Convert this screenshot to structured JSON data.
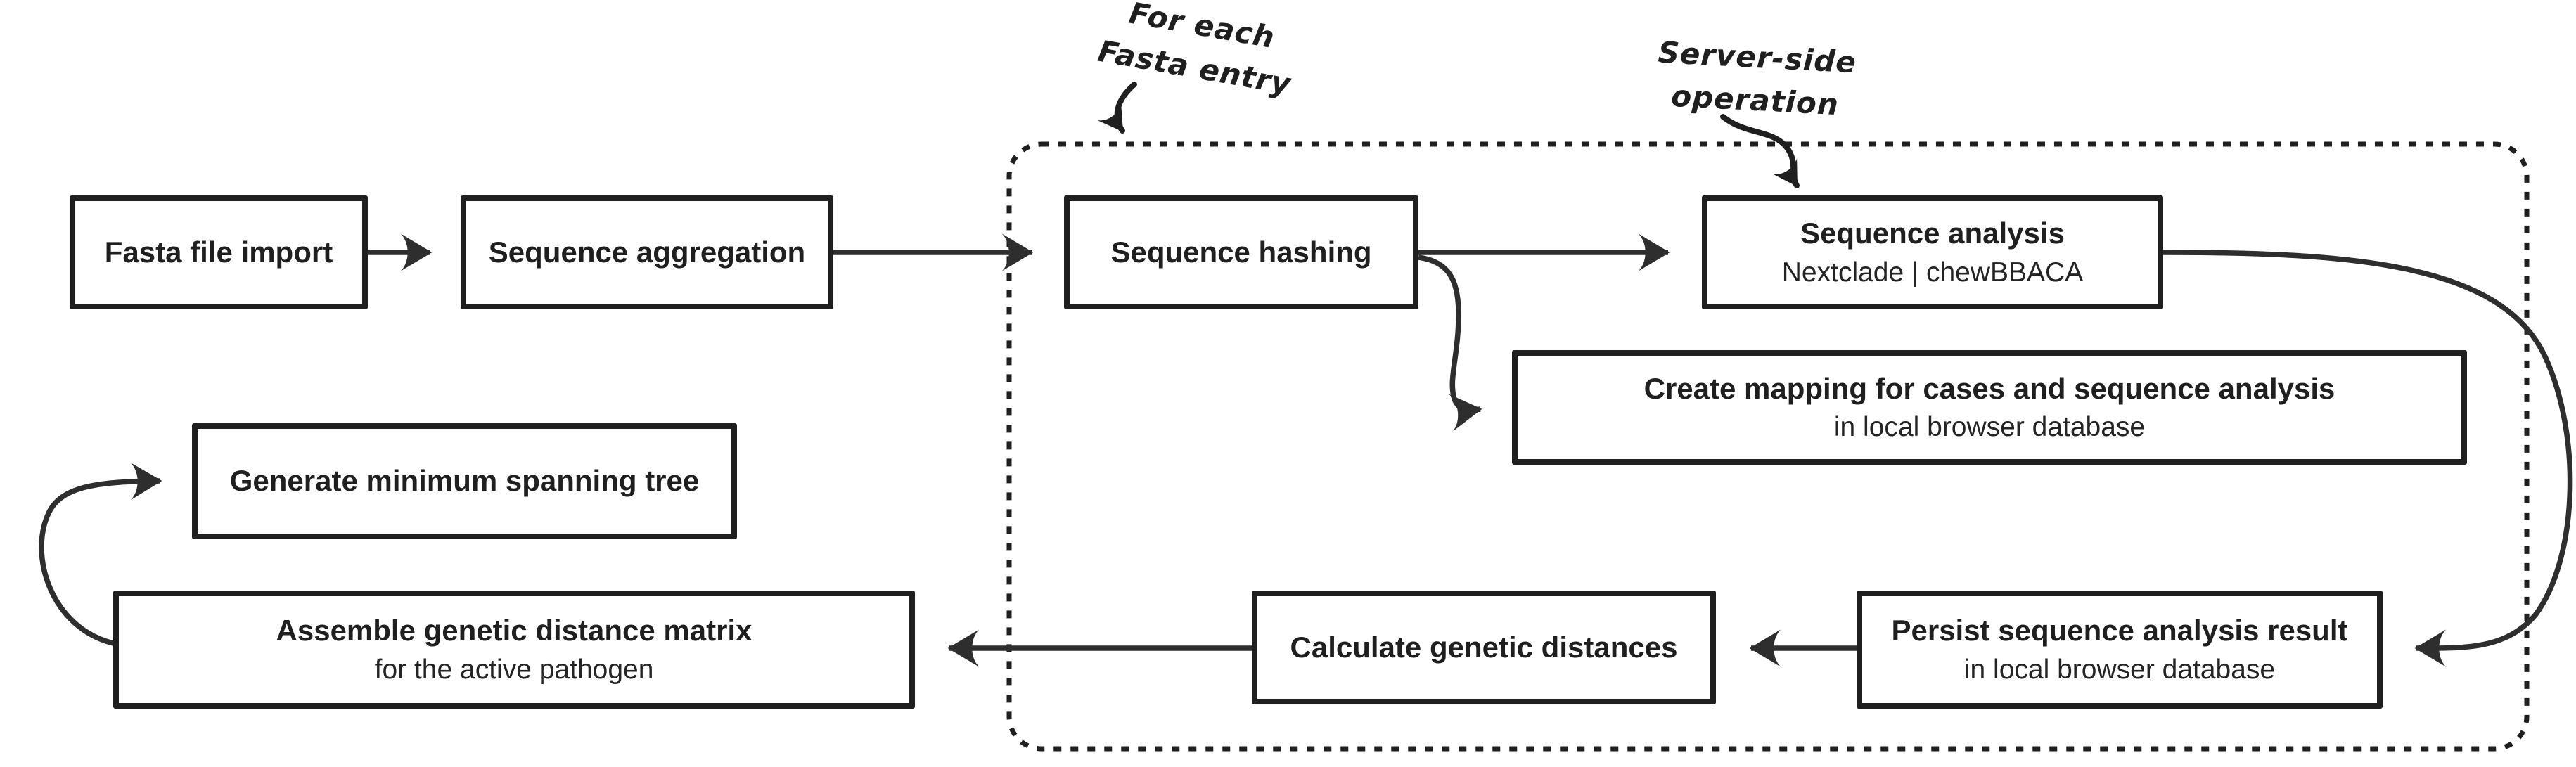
{
  "diagram_title": "Sequence analysis pipeline flowchart",
  "colors": {
    "background": "#ffffff",
    "ink": "#1f1f1f",
    "arrow": "#2e2e2e"
  },
  "boxes": {
    "fasta_import": {
      "title": "Fasta file import"
    },
    "sequence_aggregation": {
      "title": "Sequence aggregation"
    },
    "sequence_hashing": {
      "title": "Sequence hashing"
    },
    "sequence_analysis": {
      "title": "Sequence analysis",
      "subtitle": "Nextclade | chewBBACA"
    },
    "create_mapping": {
      "title": "Create mapping for cases and sequence analysis",
      "subtitle": "in local browser database"
    },
    "persist_result": {
      "title": "Persist sequence analysis result",
      "subtitle": "in local browser database"
    },
    "calculate_distances": {
      "title": "Calculate genetic distances"
    },
    "assemble_matrix": {
      "title": "Assemble genetic distance matrix",
      "subtitle": "for the active pathogen"
    },
    "generate_mst": {
      "title": "Generate minimum spanning tree"
    }
  },
  "annotations": {
    "for_each": {
      "line1": "For each",
      "line2": "Fasta entry"
    },
    "server_side": {
      "line1": "Server-side",
      "line2": "operation"
    }
  }
}
